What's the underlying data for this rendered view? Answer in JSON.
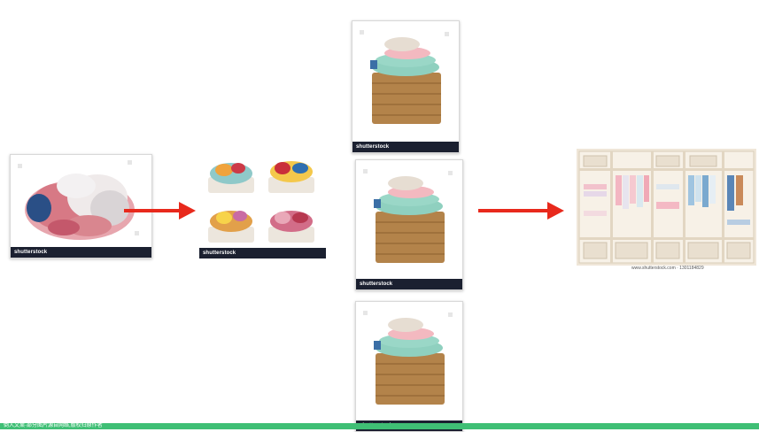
{
  "watermark_brand": "shutterstock",
  "stock_caption": "www.shutterstock.com · 1301184829",
  "bottom_banner": "倒入文案·部分图片源自网络,版权归原作者",
  "colors": {
    "arrow": "#e8291c",
    "banner": "#3fbf75",
    "footer": "#1b2030"
  },
  "images": [
    {
      "name": "messy-clothes-pile"
    },
    {
      "name": "sorted-laundry-baskets"
    },
    {
      "name": "folded-laundry-basket-top"
    },
    {
      "name": "folded-laundry-basket-middle"
    },
    {
      "name": "folded-laundry-basket-bottom"
    },
    {
      "name": "organized-wardrobe"
    }
  ]
}
